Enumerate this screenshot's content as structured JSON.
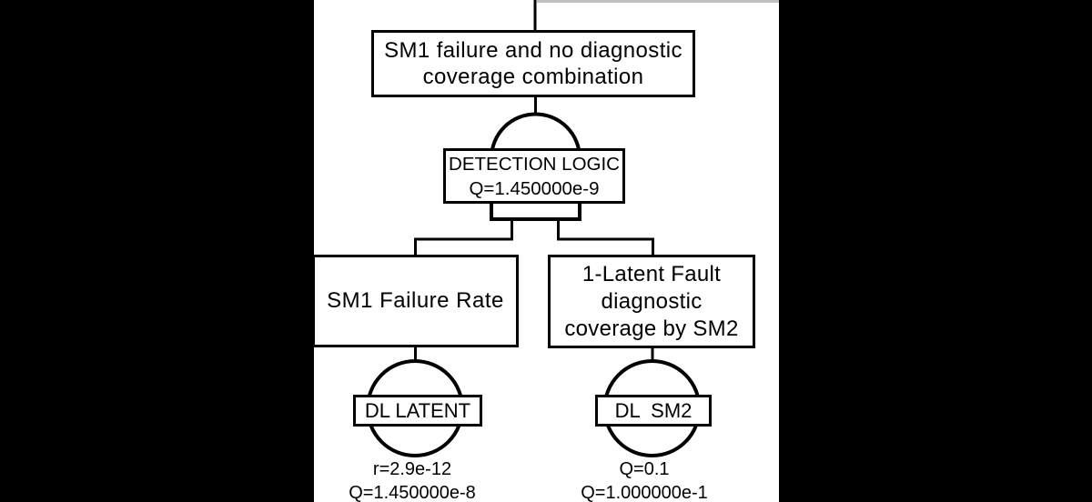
{
  "colors": {
    "background": "#000000",
    "canvas": "#ffffff",
    "line": "#000000",
    "page_edge": "#bcbfc0"
  },
  "tree": {
    "top_event": {
      "label": "SM1 failure and no diagnostic\ncoverage combination"
    },
    "gate": {
      "type": "AND",
      "label": "DETECTION LOGIC\nQ=1.450000e-9"
    },
    "children": [
      {
        "label": "SM1 Failure Rate",
        "basic_event": "DL LATENT",
        "annotation": "r=2.9e-12\nQ=1.450000e-8"
      },
      {
        "label": "1-Latent Fault\ndiagnostic\ncoverage by SM2",
        "basic_event": "DL  SM2",
        "annotation": "Q=0.1\nQ=1.000000e-1"
      }
    ]
  }
}
